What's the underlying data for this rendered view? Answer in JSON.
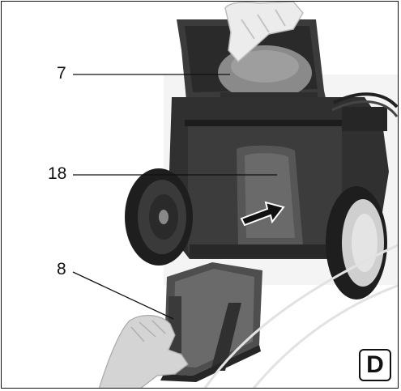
{
  "figure": {
    "panel_label": "D",
    "callouts": [
      {
        "number": "7"
      },
      {
        "number": "18"
      },
      {
        "number": "8"
      }
    ]
  },
  "colors": {
    "ink": "#111111",
    "mower_body": "#3a3a3a",
    "mower_dark": "#1e1e1e",
    "grass_box": "#5a5a5a",
    "glove": "#e8e8e8",
    "hand": "#d0d0d0",
    "watermark": "#e6e6e6"
  }
}
